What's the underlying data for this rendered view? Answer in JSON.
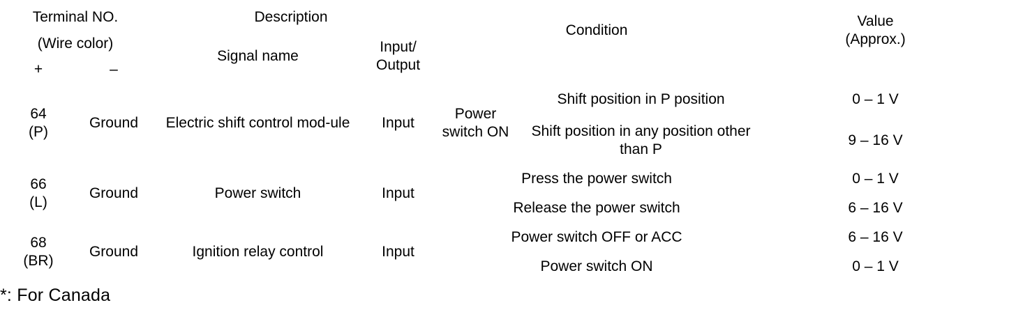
{
  "table": {
    "headers": {
      "terminal_no": "Terminal NO.",
      "wire_color": "(Wire color)",
      "plus": "+",
      "minus": "–",
      "description": "Description",
      "signal_name": "Signal name",
      "input_output_line1": "Input/",
      "input_output_line2": "Output",
      "condition": "Condition",
      "value_line1": "Value",
      "value_line2": "(Approx.)"
    },
    "rows": [
      {
        "terminal_number": "64",
        "terminal_wire": "(P)",
        "ground": "Ground",
        "signal_name": "Electric shift control mod-ule",
        "input_output": "Input",
        "condition_group": "Power switch ON",
        "conditions": [
          {
            "text": "Shift position in P position",
            "value": "0 – 1 V"
          },
          {
            "text": "Shift position in any position other than P",
            "value": "9 – 16 V"
          }
        ]
      },
      {
        "terminal_number": "66",
        "terminal_wire": "(L)",
        "ground": "Ground",
        "signal_name": "Power switch",
        "input_output": "Input",
        "condition_group": "",
        "conditions": [
          {
            "text": "Press the power switch",
            "value": "0 – 1 V"
          },
          {
            "text": "Release the power switch",
            "value": "6 – 16 V"
          }
        ]
      },
      {
        "terminal_number": "68",
        "terminal_wire": "(BR)",
        "ground": "Ground",
        "signal_name": "Ignition relay control",
        "input_output": "Input",
        "condition_group": "",
        "conditions": [
          {
            "text": "Power switch OFF or ACC",
            "value": "6 – 16 V"
          },
          {
            "text": "Power switch ON",
            "value": "0 – 1 V"
          }
        ]
      }
    ]
  },
  "footnote": "*: For Canada"
}
